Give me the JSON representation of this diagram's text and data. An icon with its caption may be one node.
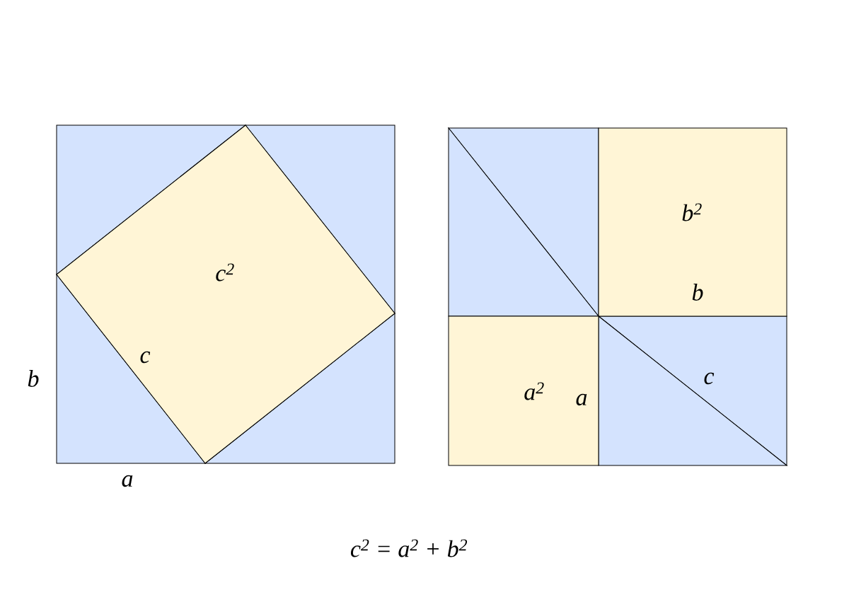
{
  "diagram": {
    "caption": "c$^{2}$ = a$^{2}$ + b$^{2}$",
    "nodes": [
      {
        "text": [
          "c$^{2}$"
        ]
      },
      {
        "text": [
          "b$^{2}$"
        ]
      },
      {
        "text": [
          "a$^{2}$"
        ]
      }
    ],
    "labels": [
      "c",
      "b",
      "a",
      "b",
      "a",
      "c"
    ]
  }
}
